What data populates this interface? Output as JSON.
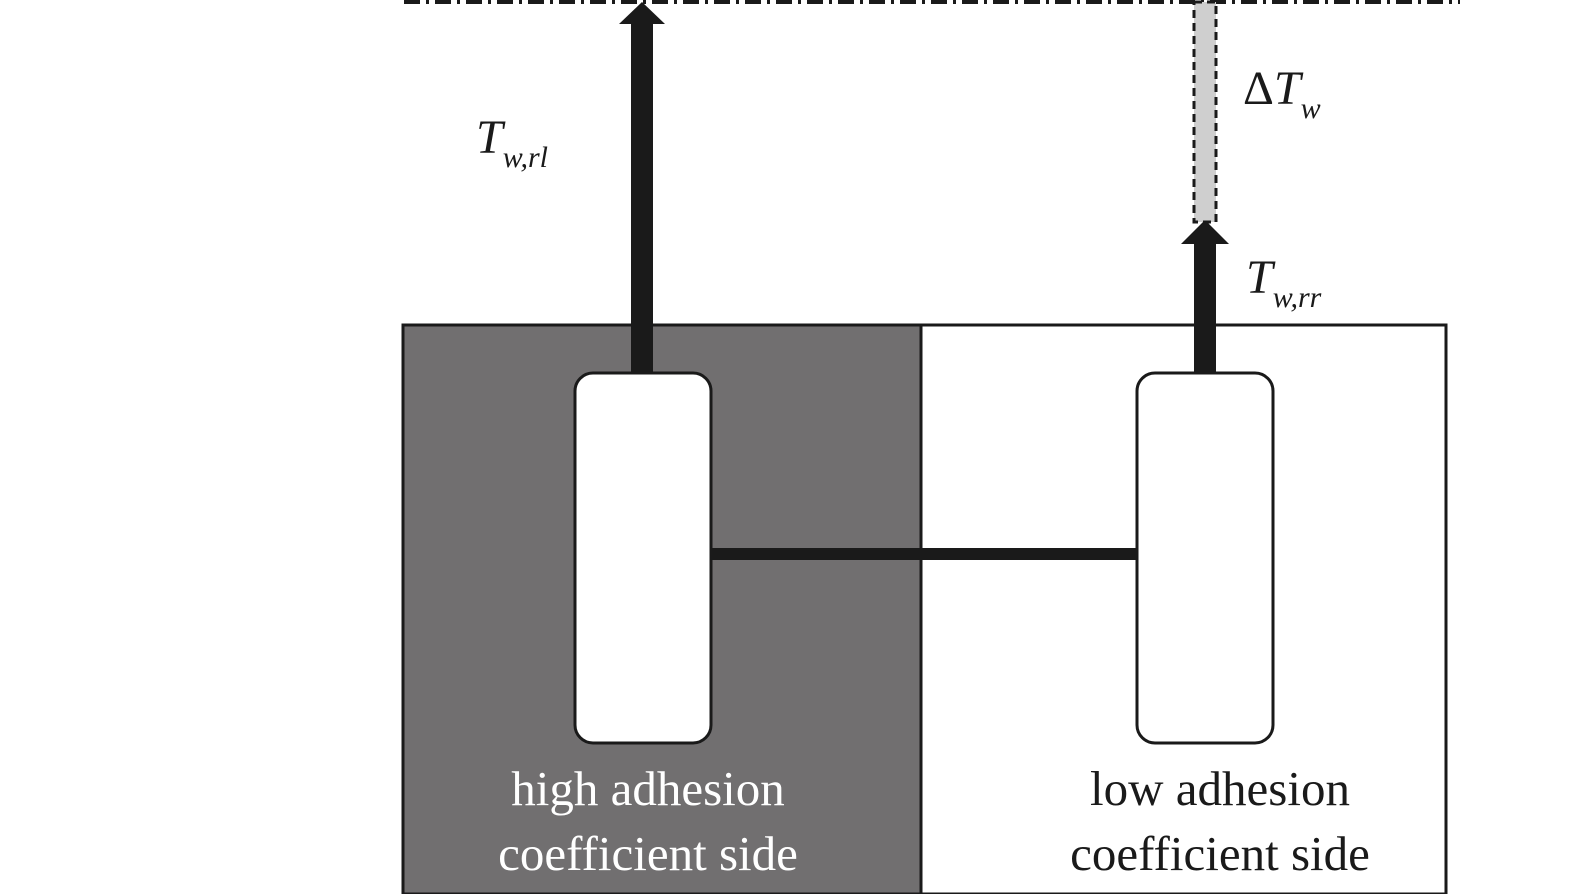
{
  "colors": {
    "high_side_fill": "#716f70",
    "low_side_fill": "#ffffff",
    "delta_bar_fill": "#cfcfcf",
    "stroke": "#1a1a1a"
  },
  "labels": {
    "torque_left": {
      "main": "T",
      "sub": "w,rl"
    },
    "torque_right": {
      "main": "T",
      "sub": "w,rr"
    },
    "delta_torque": {
      "delta": "Δ",
      "main": "T",
      "sub": "w"
    },
    "high_side": [
      "high adhesion",
      "coefficient side"
    ],
    "low_side": [
      "low adhesion",
      "coefficient side"
    ]
  }
}
